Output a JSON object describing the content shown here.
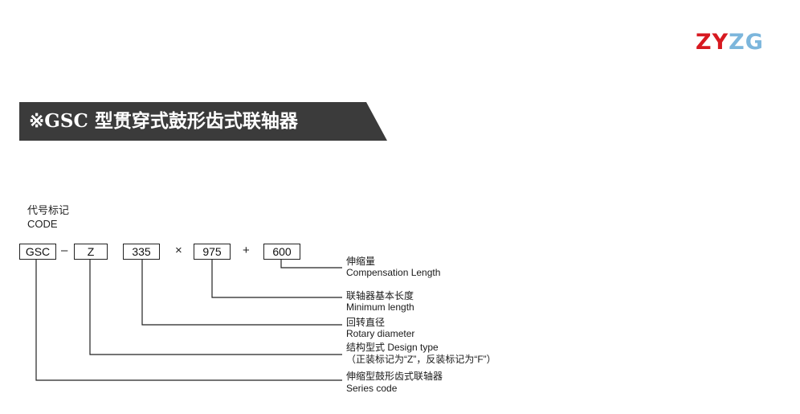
{
  "logo": {
    "part1": "ZY",
    "part2": "ZG"
  },
  "banner": {
    "title": "※GSC 型贯穿式鼓形齿式联轴器"
  },
  "code_heading": {
    "zh": "代号标记",
    "en": "CODE"
  },
  "code": {
    "seg1": "GSC",
    "dash": "–",
    "seg2": "Z",
    "seg3": "335",
    "times": "×",
    "seg4": "975",
    "plus": "+",
    "seg5": "600"
  },
  "labels": {
    "compensation": {
      "zh": "伸缩量",
      "en": "Compensation Length"
    },
    "minimum": {
      "zh": "联轴器基本长度",
      "en": "Minimum length"
    },
    "rotary": {
      "zh": "回转直径",
      "en": "Rotary diameter"
    },
    "design": {
      "zh": "结构型式 Design type",
      "note": "（正装标记为“Z”，反装标记为“F”）"
    },
    "series": {
      "zh": "伸缩型鼓形齿式联轴器",
      "en": "Series code"
    }
  },
  "colors": {
    "logo_red": "#d71920",
    "logo_blue": "#7cb6dc",
    "banner_bg": "#3b3b3b"
  }
}
